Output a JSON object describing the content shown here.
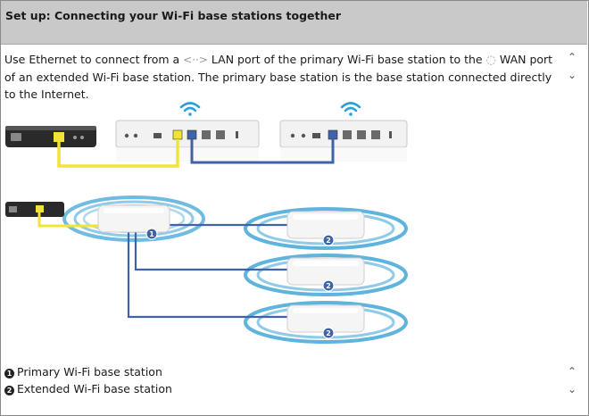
{
  "header": {
    "title": "Set up: Connecting your Wi-Fi base stations together"
  },
  "description": {
    "part1": "Use Ethernet to connect from a ",
    "lan_icon": "<··>",
    "part2": " LAN port of the primary Wi-Fi base station to the ",
    "wan_icon": "◌",
    "part3": " WAN port of an extended Wi-Fi base station. The primary base station is the base station connected directly to the Internet."
  },
  "diagram": {
    "badge_primary": "1",
    "badge_extended": "2"
  },
  "legend": [
    {
      "num": "1",
      "label": "Primary Wi-Fi base station"
    },
    {
      "num": "2",
      "label": "Extended Wi-Fi base station"
    }
  ],
  "scroll": {
    "up": "⌃",
    "down": "⌄"
  },
  "colors": {
    "header_bg": "#c9c9c9",
    "yellow_cable": "#f1e437",
    "blue_cable": "#3f62a8",
    "wifi_blue": "#2aa0d8",
    "halo_blue": "#5fb4de"
  }
}
